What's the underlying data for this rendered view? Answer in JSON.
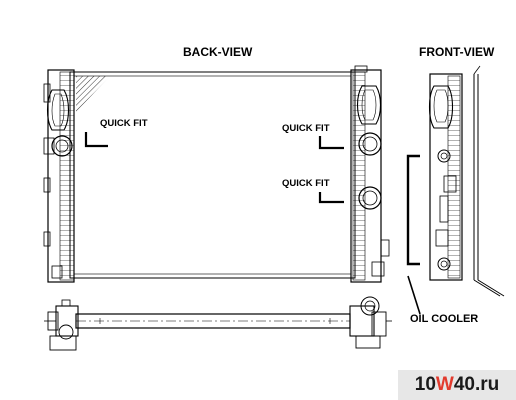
{
  "labels": {
    "back_view": "BACK-VIEW",
    "front_view": "FRONT-VIEW",
    "quick_fit_left": "QUICK FIT",
    "quick_fit_right_top": "QUICK FIT",
    "quick_fit_right_bottom": "QUICK FIT",
    "oil_cooler": "OIL COOLER"
  },
  "watermark": {
    "prefix": "10",
    "accent": "W",
    "suffix": "40.ru",
    "accent_color": "#e23b2e"
  },
  "colors": {
    "line": "#000000",
    "background": "#ffffff"
  }
}
